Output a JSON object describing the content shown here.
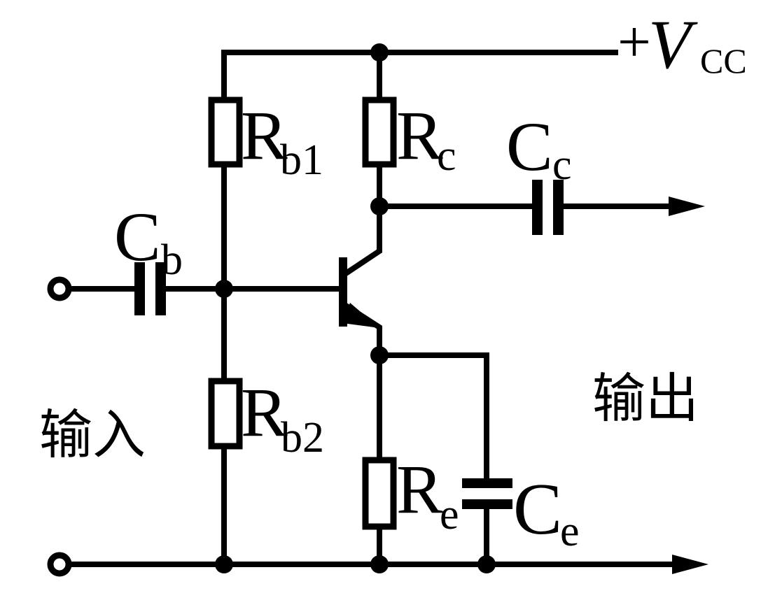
{
  "figure": {
    "type": "circuit-diagram",
    "subject": "voltage-divider biased common-emitter NPN transistor amplifier"
  },
  "colors": {
    "ink": "#000000",
    "background": "#ffffff"
  },
  "labels": {
    "supply": {
      "plus": "+",
      "main": "V",
      "sub": "CC"
    },
    "rb1": {
      "main": "R",
      "sub": "b1"
    },
    "rc": {
      "main": "R",
      "sub": "c"
    },
    "cb": {
      "main": "C",
      "sub": "b"
    },
    "cc": {
      "main": "C",
      "sub": "c"
    },
    "rb2": {
      "main": "R",
      "sub": "b2"
    },
    "re": {
      "main": "R",
      "sub": "e"
    },
    "ce": {
      "main": "C",
      "sub": "e"
    },
    "input": "输入",
    "output": "输出"
  }
}
